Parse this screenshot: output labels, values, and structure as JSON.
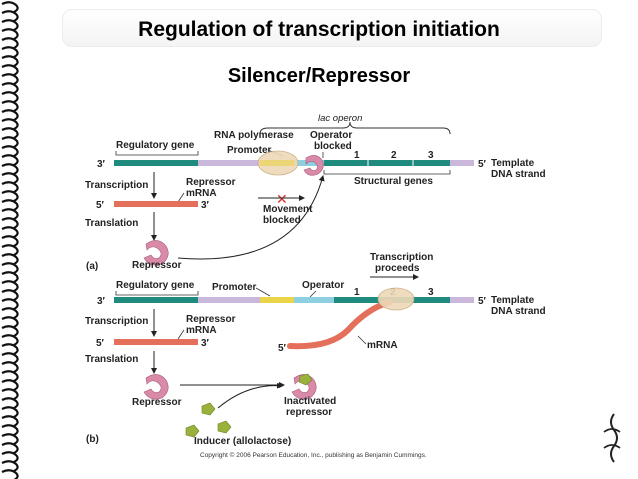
{
  "header": {
    "title": "Regulation of transcription initiation",
    "subtitle": "Silencer/Repressor"
  },
  "panel_a": {
    "panel_label": "(a)",
    "lac_operon": "lac operon",
    "rna_polymerase": "RNA polymerase",
    "promoter": "Promoter",
    "operator_blocked_1": "Operator",
    "operator_blocked_2": "blocked",
    "regulatory_gene": "Regulatory gene",
    "three_prime": "3′",
    "five_prime": "5′",
    "template_1": "Template",
    "template_2": "DNA strand",
    "gene_numbers": [
      "1",
      "2",
      "3"
    ],
    "structural_genes": "Structural genes",
    "transcription": "Transcription",
    "repressor_mrna_1": "Repressor",
    "repressor_mrna_2": "mRNA",
    "mrna_5": "5′",
    "mrna_3": "3′",
    "movement_blocked_1": "Movement",
    "movement_blocked_2": "blocked",
    "translation": "Translation",
    "repressor": "Repressor"
  },
  "panel_b": {
    "panel_label": "(b)",
    "transcription_proceeds_1": "Transcription",
    "transcription_proceeds_2": "proceeds",
    "promoter": "Promoter",
    "operator": "Operator",
    "regulatory_gene": "Regulatory gene",
    "three_prime": "3′",
    "five_prime": "5′",
    "template_1": "Template",
    "template_2": "DNA strand",
    "gene_numbers": [
      "1",
      "2",
      "3"
    ],
    "transcription": "Transcription",
    "repressor_mrna_1": "Repressor",
    "repressor_mrna_2": "mRNA",
    "mrna_5": "5′",
    "mrna_3": "3′",
    "mrna_5_product": "5′",
    "mrna_label": "mRNA",
    "translation": "Translation",
    "repressor": "Repressor",
    "inactivated_1": "Inactivated",
    "inactivated_2": "repressor",
    "inducer": "Inducer (allolactose)"
  },
  "footer": {
    "copyright": "Copyright © 2006 Pearson Education, Inc., publishing as Benjamin Cummings."
  },
  "colors": {
    "regulatory_gene": "#1f8a7e",
    "promoter": "#c9b8dc",
    "operator": "#e9d44a",
    "operator_b": "#8ecfe0",
    "structural": "#1f8a7e",
    "mrna": "#e46f5a",
    "repressor": "#d98aa8",
    "polymerase": "#eed9b8",
    "inducer": "#9ab23c"
  }
}
